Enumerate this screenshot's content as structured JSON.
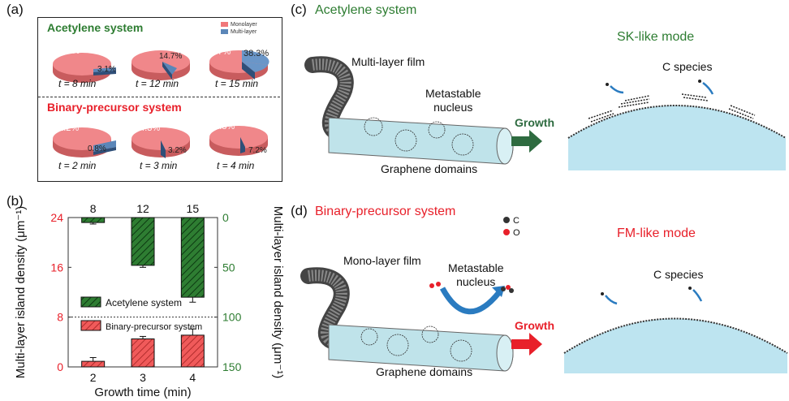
{
  "panel_a": {
    "label": "(a)",
    "acetylene_title": "Acetylene system",
    "binary_title": "Binary-precursor system",
    "legend": [
      "Monolayer",
      "Multi-layer"
    ],
    "colors": {
      "mono": "#f0787a",
      "multi": "#5b86b8",
      "title_ace": "#2e7d32",
      "title_bin": "#e8202a"
    },
    "acetylene_pies": [
      {
        "mono": "66.8%",
        "multi": "3.1%",
        "time": "t = 8 min"
      },
      {
        "mono": "82.9%",
        "multi": "14.7%",
        "time": "t = 12 min"
      },
      {
        "mono": "61.7%",
        "multi": "38.3%",
        "time": "t = 15 min"
      }
    ],
    "binary_pies": [
      {
        "mono": "71.2%",
        "multi": "0.8%",
        "time": "t = 2 min"
      },
      {
        "mono": "94.3%",
        "multi": "3.2%",
        "time": "t = 3 min"
      },
      {
        "mono": "92.8%",
        "multi": "7.2%",
        "time": "t = 4 min"
      }
    ]
  },
  "panel_b": {
    "label": "(b)"
  },
  "chart_data": {
    "type": "bar",
    "xlabel": "Growth time (min)",
    "ylabel_left": "Multi-layer island density (μm⁻¹)",
    "ylabel_right": "Multi-layer island density (μm⁻¹)",
    "left_axis": {
      "ticks": [
        "0",
        "8",
        "16",
        "24"
      ],
      "ylim": [
        0,
        24
      ],
      "color": "#e8202a"
    },
    "right_axis": {
      "ticks": [
        "0",
        "50",
        "100",
        "150"
      ],
      "ylim": [
        150,
        0
      ],
      "color": "#2e7d32"
    },
    "bottom_categories": [
      "2",
      "3",
      "4"
    ],
    "top_categories": [
      "8",
      "12",
      "15"
    ],
    "series": [
      {
        "name": "Acetylene system",
        "axis": "right",
        "categories": [
          "8",
          "12",
          "15"
        ],
        "values": [
          5,
          48,
          80
        ],
        "errors": [
          1.5,
          2,
          5
        ],
        "color": "#2e7d32"
      },
      {
        "name": "Binary-precursor system",
        "axis": "left",
        "categories": [
          "2",
          "3",
          "4"
        ],
        "values": [
          0.9,
          4.5,
          5.1
        ],
        "errors": [
          0.6,
          0.4,
          1.0
        ],
        "color": "#f05a5a"
      }
    ]
  },
  "panel_c": {
    "label": "(c)",
    "title": "Acetylene system",
    "mode": "SK-like mode",
    "film": "Multi-layer film",
    "nucleus": "Metastable\nnucleus",
    "domains": "Graphene domains",
    "species": "C species",
    "growth": "Growth"
  },
  "panel_d": {
    "label": "(d)",
    "title": "Binary-precursor system",
    "mode": "FM-like mode",
    "film": "Mono-layer film",
    "nucleus": "Metastable\nnucleus",
    "domains": "Graphene domains",
    "species": "C species",
    "growth": "Growth",
    "atom_c": "C",
    "atom_o": "O"
  }
}
